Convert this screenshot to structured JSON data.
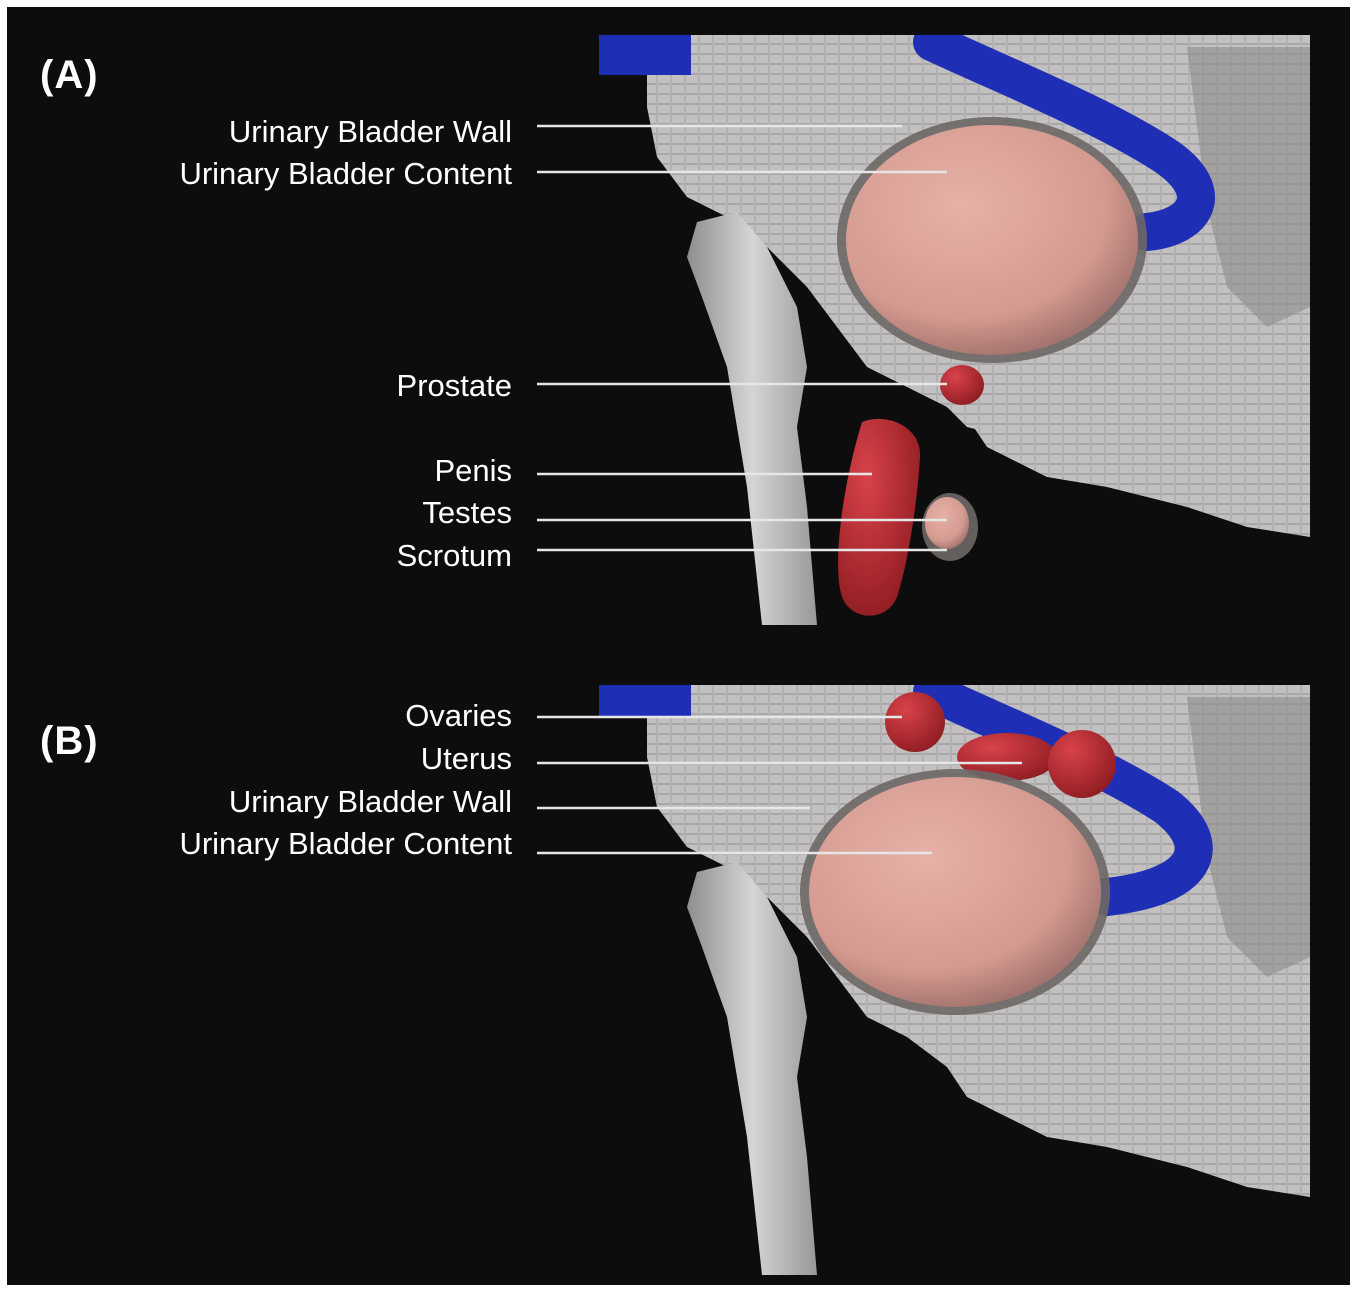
{
  "panels": [
    {
      "label": "(A)",
      "callouts": [
        "Urinary Bladder Wall",
        "Urinary Bladder Content",
        "Prostate",
        "Penis",
        "Testes",
        "Scrotum"
      ]
    },
    {
      "label": "(B)",
      "callouts": [
        "Ovaries",
        "Uterus",
        "Urinary Bladder Wall",
        "Urinary Bladder Content"
      ]
    }
  ],
  "colors": {
    "background": "#0d0d0d",
    "bone": "#c9c7c7",
    "vessel": "#1f2fb5",
    "organ_red": "#b3252b",
    "bladder": "#d89c92",
    "leader_line": "#e6e6e6"
  }
}
